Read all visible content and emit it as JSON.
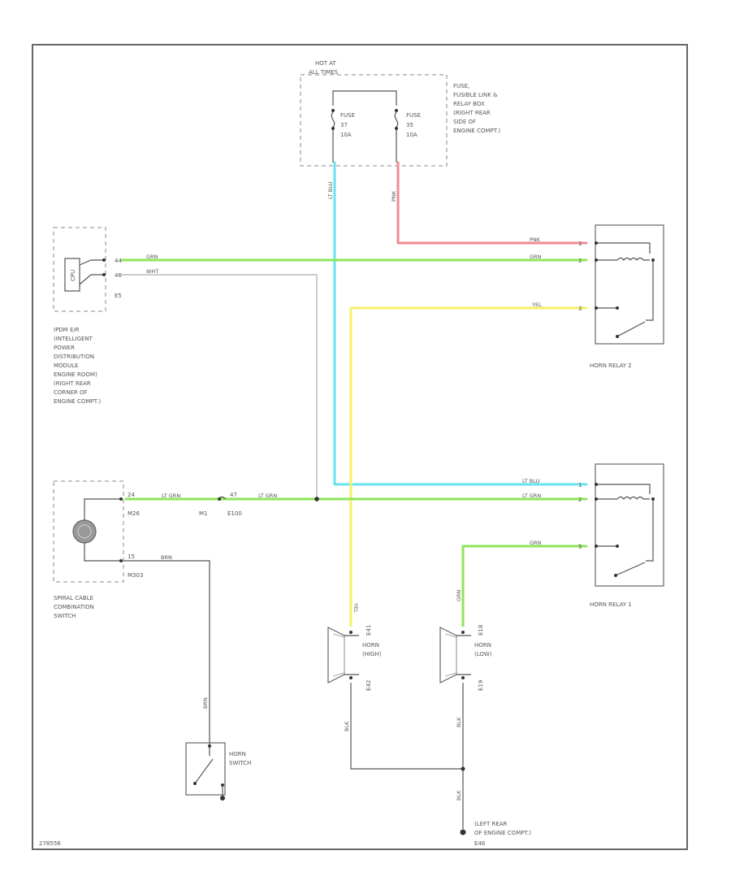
{
  "colors": {
    "lt_blu": "#66e3f0",
    "pnk": "#f28b96",
    "grn": "#8ee65a",
    "yel": "#f5ef6a",
    "wht": "#bbbbbb",
    "blk": "#555555"
  },
  "fuse_block": {
    "header_line1": "HOT AT",
    "header_line2": "ALL TIMES",
    "label_lines": [
      "FUSE,",
      "FUSIBLE LINK &",
      "RELAY BOX",
      "(RIGHT REAR",
      "SIDE OF",
      "ENGINE COMPT.)"
    ],
    "fuse_a": {
      "name": "FUSE",
      "number": "37",
      "rating": "10A"
    },
    "fuse_b": {
      "name": "FUSE",
      "number": "35",
      "rating": "10A"
    }
  },
  "ipdm": {
    "label_lines": [
      "IPDM E/R",
      "(INTELLIGENT",
      "POWER",
      "DISTRIBUTION",
      "MODULE",
      "ENGINE ROOM)",
      "(RIGHT REAR",
      "CORNER OF",
      "ENGINE COMPT.)"
    ],
    "inner": "CPU",
    "pin_a": "44",
    "pin_b": "46",
    "connector": "E5"
  },
  "spiral_cable": {
    "label_lines": [
      "SPIRAL CABLE",
      "COMBINATION",
      "SWITCH"
    ],
    "pin_a": "24",
    "pin_b": "15",
    "conn_a": "M26",
    "conn_b": "M303",
    "inline_a": "M1",
    "inline_a_conn": "47",
    "inline_b": "E100"
  },
  "horn_relay_2": {
    "label": "HORN RELAY 2",
    "pins": [
      "1",
      "2",
      "3"
    ]
  },
  "horn_relay_1": {
    "label": "HORN RELAY 1",
    "pins": [
      "1",
      "2",
      "5"
    ]
  },
  "horn_high": {
    "label_lines": [
      "HORN",
      "(HIGH)"
    ],
    "conn_top": "E41",
    "conn_bottom": "E42"
  },
  "horn_low": {
    "label_lines": [
      "HORN",
      "(LOW)"
    ],
    "conn_top": "E18",
    "conn_bottom": "E19"
  },
  "horn_switch": {
    "label_lines": [
      "HORN",
      "SWITCH"
    ]
  },
  "ground": {
    "label_lines": [
      "(LEFT REAR",
      "OF ENGINE COMPT.)",
      "E46"
    ]
  },
  "wires": {
    "lt_blu": "LT BLU",
    "pnk": "PNK",
    "grn": "GRN",
    "wht": "WHT",
    "yel": "YEL",
    "lt_grn": "LT GRN",
    "brn": "BRN",
    "blk": "BLK"
  },
  "footer_id": "278556"
}
